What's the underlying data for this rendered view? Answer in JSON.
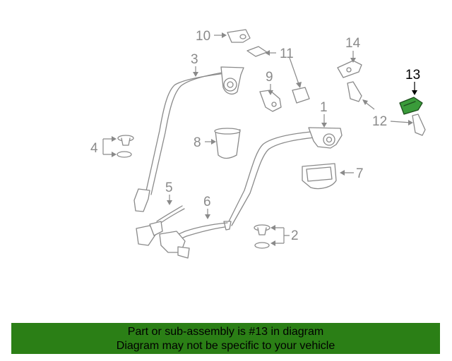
{
  "callouts": [
    {
      "id": "1",
      "label": "1"
    },
    {
      "id": "2",
      "label": "2"
    },
    {
      "id": "3",
      "label": "3"
    },
    {
      "id": "4",
      "label": "4"
    },
    {
      "id": "5",
      "label": "5"
    },
    {
      "id": "6",
      "label": "6"
    },
    {
      "id": "7",
      "label": "7"
    },
    {
      "id": "8",
      "label": "8"
    },
    {
      "id": "9",
      "label": "9"
    },
    {
      "id": "10",
      "label": "10"
    },
    {
      "id": "11",
      "label": "11"
    },
    {
      "id": "12",
      "label": "12"
    },
    {
      "id": "13",
      "label": "13"
    },
    {
      "id": "14",
      "label": "14"
    }
  ],
  "highlighted_part": "13",
  "colors": {
    "highlight_fill": "#3a9b3a",
    "banner_background": "#2b7f16",
    "line_gray": "#8a8a8a"
  },
  "banner": {
    "line1": "Part or sub-assembly is #13 in diagram",
    "line2": "Diagram may not be specific to your vehicle"
  }
}
